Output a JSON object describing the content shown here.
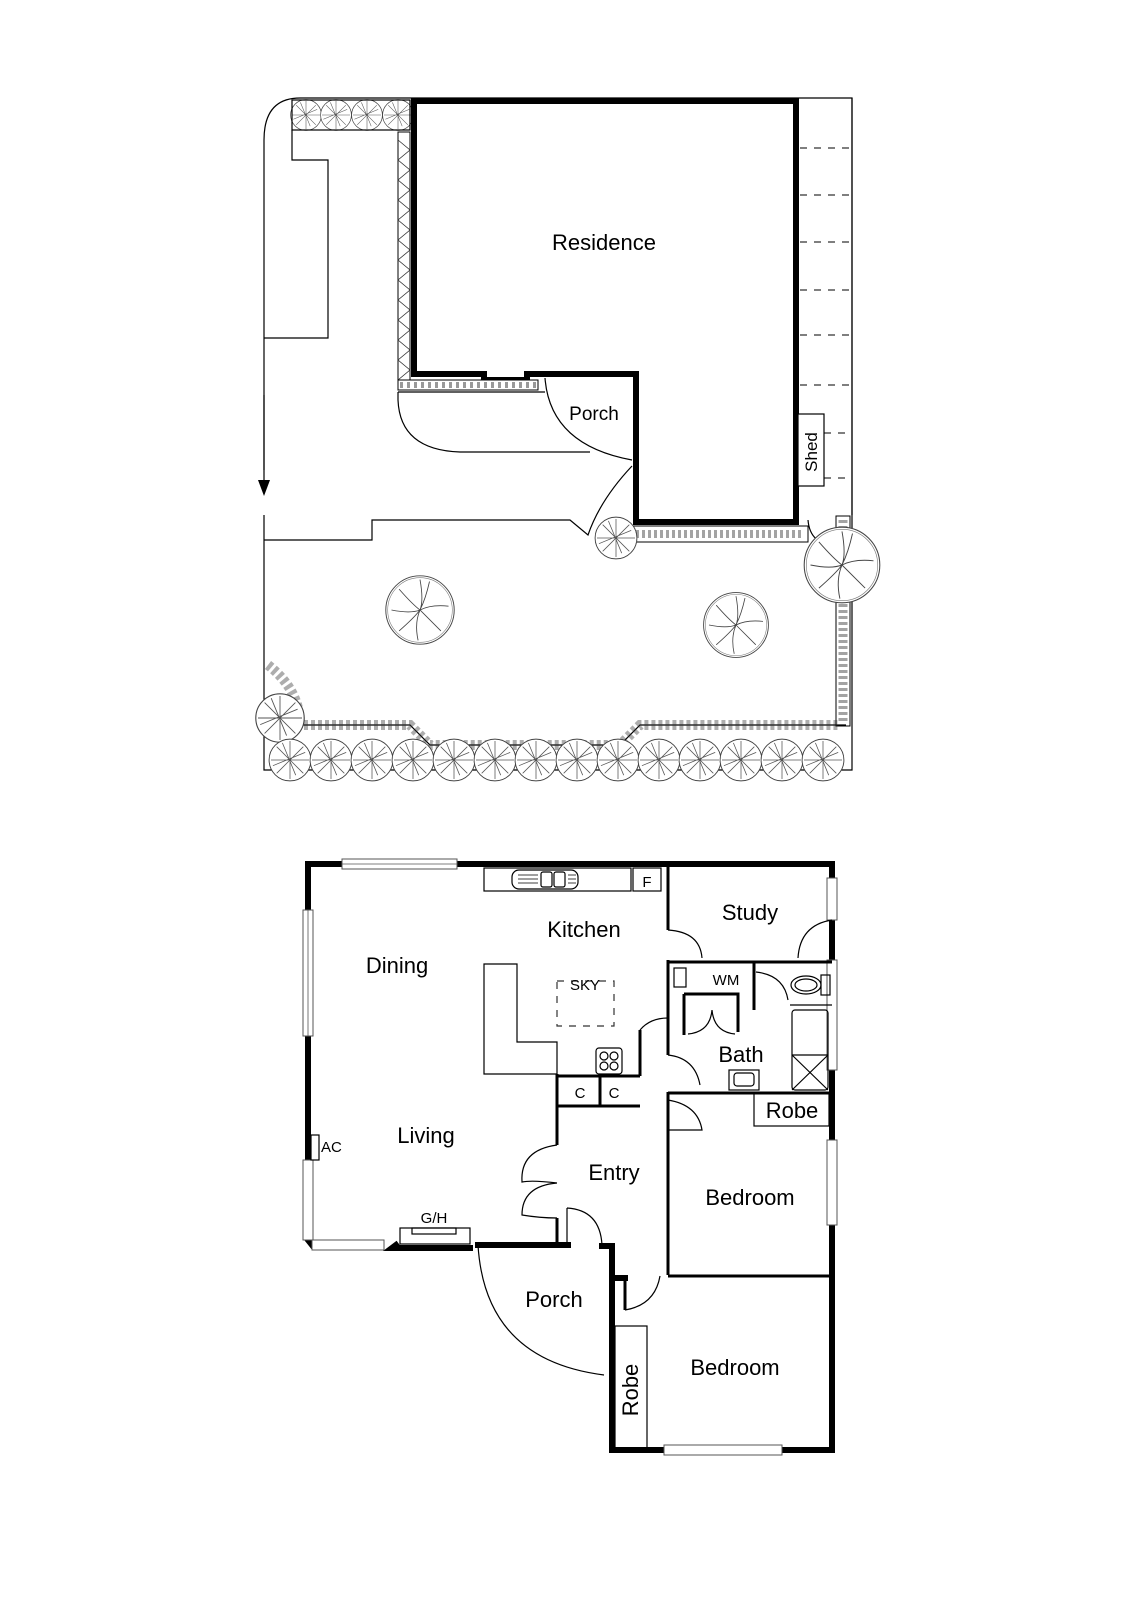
{
  "site_plan": {
    "labels": {
      "residence": "Residence",
      "porch": "Porch",
      "shed": "Shed"
    },
    "icons": [
      "driveway-arrow-icon",
      "tree-icon",
      "hedge-shrub-icon"
    ]
  },
  "floor_plan": {
    "rooms": {
      "kitchen": "Kitchen",
      "dining": "Dining",
      "living": "Living",
      "study": "Study",
      "bath": "Bath",
      "entry": "Entry",
      "bedroom_1": "Bedroom",
      "bedroom_2": "Bedroom",
      "porch": "Porch",
      "robe_1": "Robe",
      "robe_2": "Robe"
    },
    "fixtures": {
      "fridge": "F",
      "skylight": "SKY",
      "washing_machine": "WM",
      "cupboard_1": "C",
      "cupboard_2": "C",
      "air_conditioner": "AC",
      "gas_heater": "G/H"
    },
    "icons": [
      "sink-icon",
      "cooktop-icon",
      "toilet-icon",
      "shower-icon",
      "basin-icon",
      "door-swing-icon",
      "window-icon"
    ]
  },
  "colors": {
    "wall": "#000000",
    "line": "#000000",
    "background": "#ffffff"
  }
}
